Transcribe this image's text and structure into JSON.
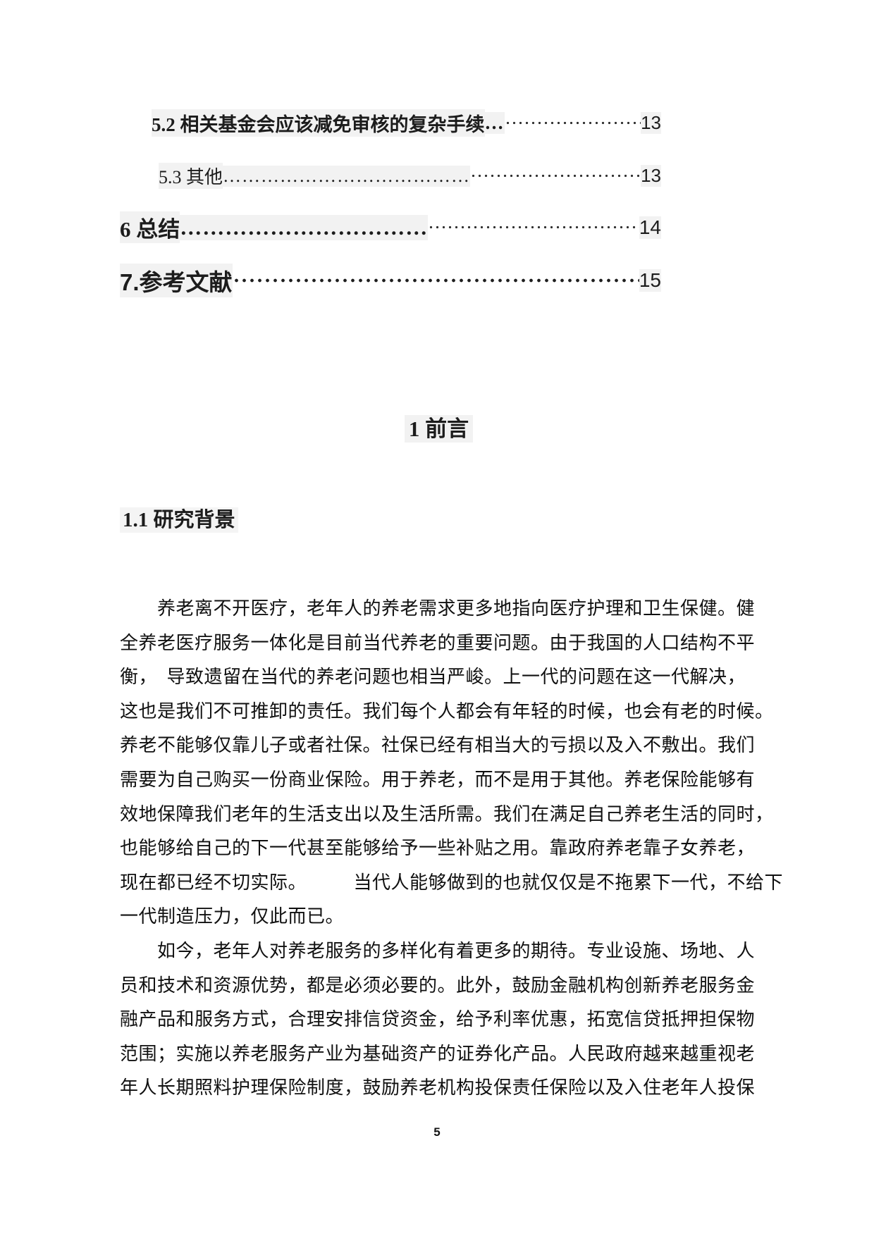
{
  "page": {
    "number": "5",
    "shading_color": "#f2f2f2"
  },
  "toc": {
    "entries": [
      {
        "label": "5.2 相关基金会应该减免审核的复杂手续",
        "dots": "…",
        "page": "13"
      },
      {
        "label": "5.3 其他",
        "dots": "…………………………………",
        "page": "13"
      },
      {
        "label": "6 总结",
        "dots": "……………………………",
        "page": "14"
      },
      {
        "label": "7.参考文献",
        "dots": "",
        "page": "15"
      }
    ]
  },
  "headings": {
    "chapter": "1 前言",
    "section": "1.1 研究背景"
  },
  "body": {
    "paragraph1_lines": [
      "　　养老离不开医疗，老年人的养老需求更多地指向医疗护理和卫生保健。健",
      "全养老医疗服务一体化是目前当代养老的重要问题。由于我国的人口结构不平",
      "衡，　导致遗留在当代的养老问题也相当严峻。上一代的问题在这一代解决，",
      "这也是我们不可推卸的责任。我们每个人都会有年轻的时候，也会有老的时候。",
      "养老不能够仅靠儿子或者社保。社保已经有相当大的亏损以及入不敷出。我们",
      "需要为自己购买一份商业保险。用于养老，而不是用于其他。养老保险能够有",
      "效地保障我们老年的生活支出以及生活所需。我们在满足自己养老生活的同时，",
      "也能够给自己的下一代甚至能够给予一些补贴之用。靠政府养老靠子女养老，",
      "现在都已经不切实际。　　　当代人能够做到的也就仅仅是不拖累下一代，不给下",
      "一代制造压力，仅此而已。"
    ],
    "paragraph2_lines": [
      "　　如今，老年人对养老服务的多样化有着更多的期待。专业设施、场地、人",
      "员和技术和资源优势，都是必须必要的。此外，鼓励金融机构创新养老服务金",
      "融产品和服务方式，合理安排信贷资金，给予利率优惠，拓宽信贷抵押担保物",
      "范围；实施以养老服务产业为基础资产的证券化产品。人民政府越来越重视老",
      "年人长期照料护理保险制度，鼓励养老机构投保责任保险以及入住老年人投保"
    ]
  }
}
